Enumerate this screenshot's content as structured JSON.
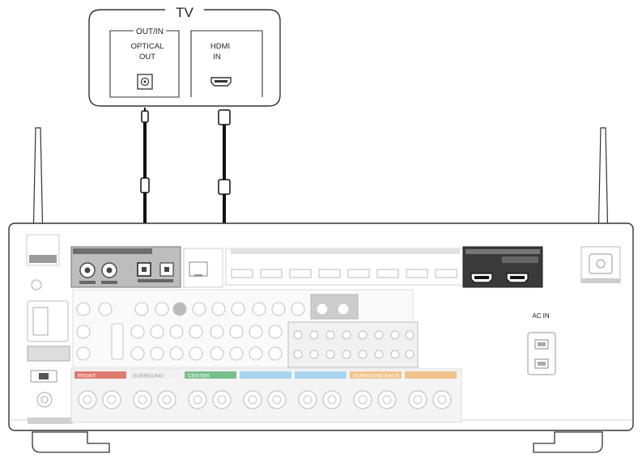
{
  "tv": {
    "title": "TV",
    "out_in": "OUT/IN",
    "optical_label_line1": "OPTICAL",
    "optical_label_line2": "OUT",
    "hdmi_label_line1": "HDMI",
    "hdmi_label_line2": "IN"
  },
  "receiver": {
    "ac_in_label": "AC IN",
    "speaker_groups": [
      "FRONT",
      "SURROUND",
      "CENTER",
      "",
      "",
      "SURROUND BACK",
      ""
    ],
    "speaker_group_colors": [
      "#e07a70",
      "#f0f0f0",
      "#78c08a",
      "#a7d3ee",
      "#a7d3ee",
      "#f0c28a",
      "#f0c28a"
    ]
  },
  "colors": {
    "cable": "#111111",
    "line": "#333333",
    "faint": "#c8c8c8",
    "highlight_panel": "#bdbdbd",
    "hdmi_out_panel": "#3a3a3a"
  }
}
